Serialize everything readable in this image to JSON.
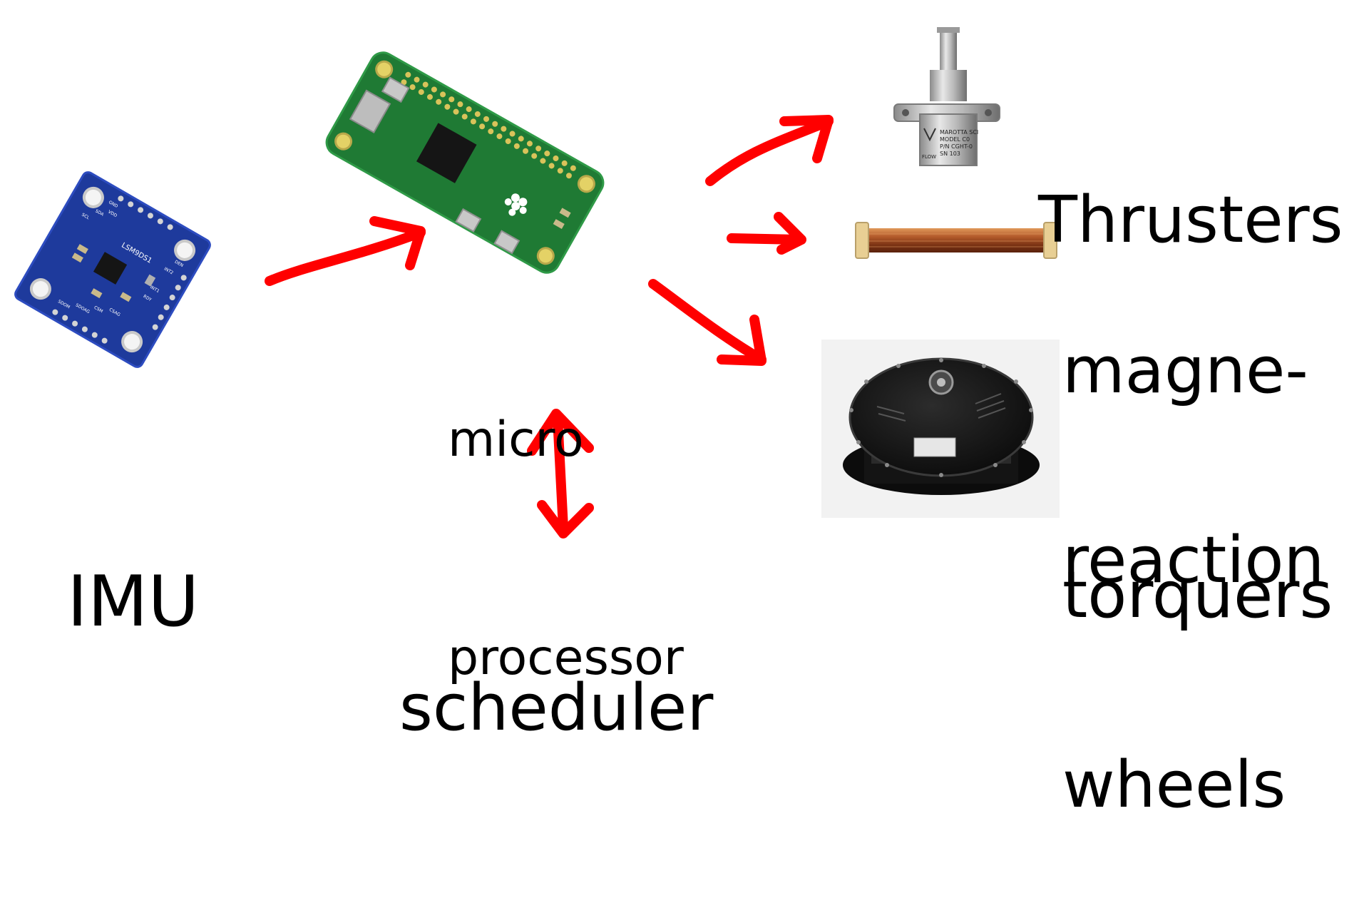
{
  "labels": {
    "imu": "IMU",
    "micro_line1": "micro",
    "micro_line2": "processor",
    "scheduler": "scheduler",
    "thrusters": "Thrusters",
    "magne_line1": "magne-",
    "magne_line2": "torquers",
    "reaction_line1": "reaction",
    "reaction_line2": "wheels"
  },
  "board_text": {
    "imu_model": "LSM9DS1",
    "imu_pins": [
      "GND",
      "VDD",
      "SDA",
      "SCL",
      "DEN",
      "INT2",
      "INT1",
      "RDY",
      "CSAG",
      "CSM",
      "SDOAG",
      "SDOM"
    ],
    "thruster_plate": [
      "MAROTTA SCI",
      "MODEL C0",
      "P/N CGHT-0",
      "SN 103"
    ],
    "thruster_flow": "FLOW"
  },
  "colors": {
    "arrow": "#ff0000",
    "imu_board": "#1e3a9c",
    "pi_board": "#1f7a34",
    "coil_copper": "#b35a2a",
    "wheel_body": "#1b1b1b"
  }
}
